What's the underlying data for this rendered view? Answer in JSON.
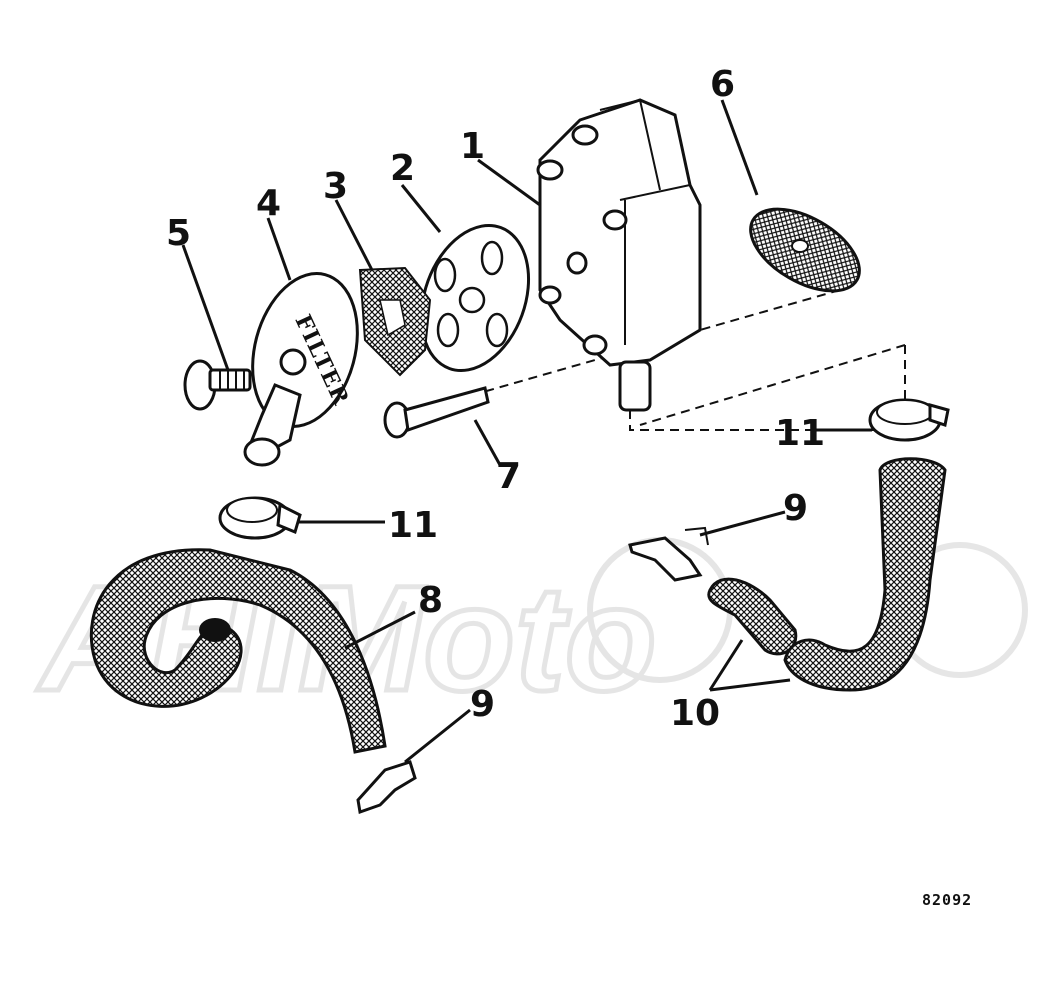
{
  "figure_id": "82092",
  "watermark_text": "AHIMoto",
  "stamp_text": "FILTER",
  "callouts": [
    {
      "key": "pump_body",
      "label": "1"
    },
    {
      "key": "gasket",
      "label": "2"
    },
    {
      "key": "screen",
      "label": "3"
    },
    {
      "key": "filter_cover",
      "label": "4"
    },
    {
      "key": "cover_screw",
      "label": "5"
    },
    {
      "key": "pad",
      "label": "6"
    },
    {
      "key": "long_screw",
      "label": "7"
    },
    {
      "key": "hose_left",
      "label": "8"
    },
    {
      "key": "clip_right",
      "label": "9"
    },
    {
      "key": "clip_left",
      "label": "9"
    },
    {
      "key": "hoses_right",
      "label": "10"
    },
    {
      "key": "clamp_right",
      "label": "11"
    },
    {
      "key": "clamp_left",
      "label": "11"
    }
  ],
  "colors": {
    "ink": "#111111",
    "watermark": "#e3e3e3",
    "paper": "#ffffff"
  },
  "icons": [
    "fuel-pump-diagram"
  ]
}
